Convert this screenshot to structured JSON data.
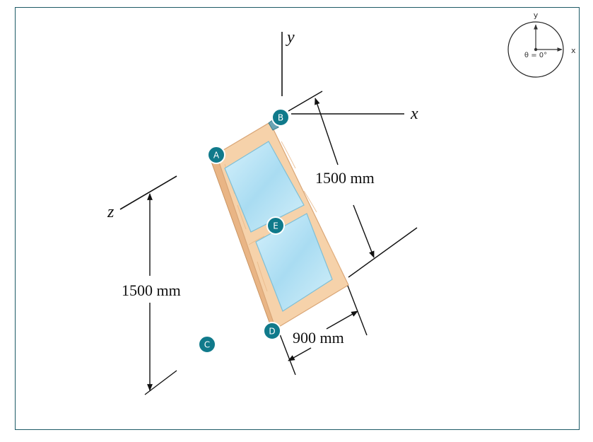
{
  "axes": {
    "x": "x",
    "y": "y",
    "z": "z"
  },
  "dimensions": {
    "height_right": "1500 mm",
    "height_left": "1500 mm",
    "width_bottom": "900 mm"
  },
  "points": {
    "A": "A",
    "B": "B",
    "C": "C",
    "D": "D",
    "E": "E"
  },
  "compass": {
    "y_label": "y",
    "x_label": "x",
    "angle_label": "θ = 0°"
  },
  "colors": {
    "marker": "#107a8b",
    "frame_border": "#1d5a66",
    "wood": "#f5cfa5",
    "glass": "#bfe6f5"
  }
}
